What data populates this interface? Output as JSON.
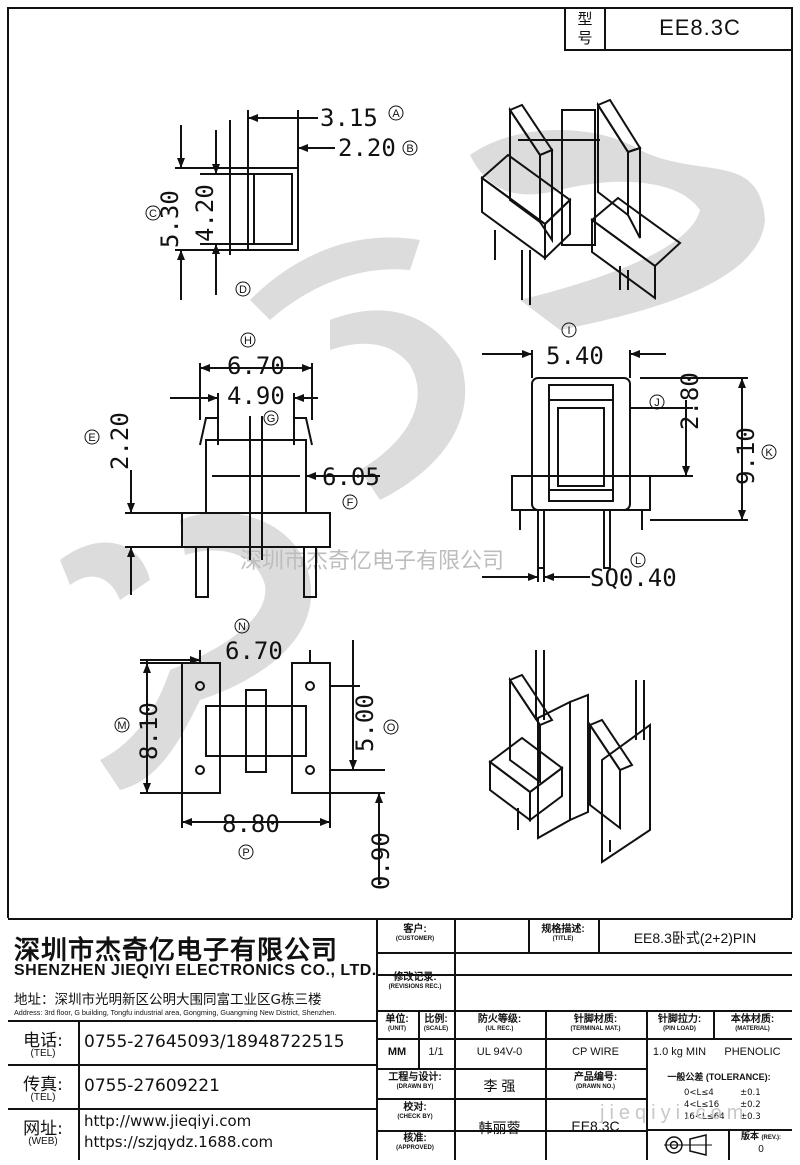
{
  "model_box": {
    "label": "型号",
    "value": "EE8.3C"
  },
  "dimensions": {
    "A": "3.15",
    "B": "2.20",
    "C": "5.30",
    "C2": "4.20",
    "H": "6.70",
    "G": "4.90",
    "E": "2.20",
    "F": "6.05",
    "I": "5.40",
    "J": "2.80",
    "K": "9.10",
    "L": "SQ0.40",
    "N": "6.70",
    "M": "8.10",
    "O": "5.00",
    "P": "8.80",
    "O2": "0.90"
  },
  "circle_labels": [
    "A",
    "B",
    "C",
    "D",
    "E",
    "F",
    "G",
    "H",
    "I",
    "J",
    "K",
    "L",
    "M",
    "N",
    "O",
    "P"
  ],
  "watermark": {
    "text": "深圳市杰奇亿电子有限公司",
    "url": "jieqiyi.com"
  },
  "title_block": {
    "company_cn": "深圳市杰奇亿电子有限公司",
    "company_en": "SHENZHEN JIEQIYI ELECTRONICS CO., LTD.",
    "address_cn": "地址：深圳市光明新区公明大围同富工业区G栋三楼",
    "address_en": "Address: 3rd floor, G building, Tongfu industrial area, Gongming, Guangming New District, Shenzhen.",
    "tel_label": "电话:",
    "tel_label_en": "(TEL)",
    "tel": "0755-27645093/18948722515",
    "fax_label": "传真:",
    "fax_label_en": "(TEL)",
    "fax": "0755-27609221",
    "web_label": "网址:",
    "web_label_en": "(WEB)",
    "web1": "http://www.jieqiyi.com",
    "web2": "https://szjqydz.1688.com",
    "customer_label": "客户:",
    "customer_label_en": "(CUSTOMER)",
    "spec_label": "规格描述:",
    "spec_label_en": "(TITLE)",
    "spec": "EE8.3卧式(2+2)PIN",
    "rev_label": "修改记录:",
    "rev_label_en": "(REVISIONS REC.)",
    "unit_label": "单位:",
    "unit_label_en": "(UNIT)",
    "unit": "MM",
    "scale_label": "比例:",
    "scale_label_en": "(SCALE)",
    "scale": "1/1",
    "fire_label": "防火等级:",
    "fire_label_en": "(UL REC.)",
    "fire": "UL 94V-0",
    "term_label": "针脚材质:",
    "term_label_en": "(TERMINAL MAT.)",
    "term": "CP WIRE",
    "pinload_label": "针脚拉力:",
    "pinload_label_en": "(PIN LOAD)",
    "pinload": "1.0 kg MIN",
    "material_label": "本体材质:",
    "material_label_en": "(MATERIAL)",
    "material": "PHENOLIC",
    "drawn_label": "工程与设计:",
    "drawn_label_en": "(DRAWN BY)",
    "drawn": "李  强",
    "product_label": "产品编号:",
    "product_label_en": "(DRAWN NO.)",
    "check_label": "校对:",
    "check_label_en": "(CHECK BY)",
    "check": "韩丽蓉",
    "approved_label": "核准:",
    "approved_label_en": "(APPROVED)",
    "part_no": "EE8.3C",
    "tolerance_label": "一般公差 (TOLERANCE):",
    "tol_rows": [
      {
        "range": "0<L≤4",
        "tol": "±0.1"
      },
      {
        "range": "4<L≤16",
        "tol": "±0.2"
      },
      {
        "range": "16<L≤64",
        "tol": "±0.3"
      }
    ],
    "version_label": "版本",
    "version_label_en": "(REV.):",
    "version": "0"
  }
}
